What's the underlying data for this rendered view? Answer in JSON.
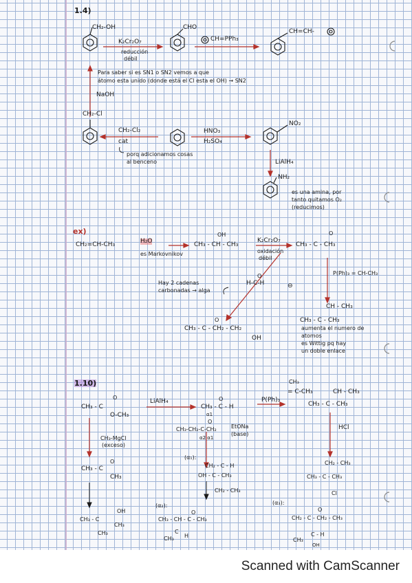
{
  "notes": {
    "s1": {
      "number": "1.4)",
      "reactant": "CH₂-OH",
      "aldehyde": "CHO",
      "reagent_1": "K₂Cr₂O₇",
      "condition_1": "reducción",
      "condition_2": "débil",
      "reagent_2": "CH=PPh₃",
      "product": "CH=CH-",
      "note_line1": "Para saber si es SN1 o SN2 vemos a que",
      "note_line2": "átomo esta unido (donde está el Cl esta el OH) → SN2",
      "naoh": "NaOH",
      "chloride": "CH₂-Cl",
      "reagent_3": "CH₂-Cl₂",
      "cat": "cat",
      "reagent_4": "HNO₃",
      "reagent_5": "H₂SO₄",
      "nitro": "NO₂",
      "side_note_1": "porq adicionamos cosas",
      "side_note_2": "al benceno",
      "reduction": "LiAlH₄",
      "amine": "NH₂",
      "amine_note_1": "es una amina, por",
      "amine_note_2": "tanto quitamos O₂",
      "amine_note_3": "(reducimos)"
    },
    "ex": {
      "label": "ex)",
      "start": "CH₂=CH-CH₃",
      "water": "H₂O",
      "markov": "es Markovnikov",
      "oh": "OH",
      "alcohol": "CH₃ - CH - CH₃",
      "ox_reagent": "K₂Cr₂O₇",
      "ox_note_1": "oxidación",
      "ox_note_2": "débil",
      "ketone_o": "O",
      "ketone": "CH₃ - C - CH₃",
      "ylide": "P(Ph)₃ = CH-CH₃",
      "chain_note_1": "Hay 2 cadenas",
      "chain_note_2": "carbonadas → alga",
      "formaldehyde_o": "O",
      "formaldehyde": "H-C-H",
      "charge": "⊖",
      "prod_o": "O",
      "prod": "CH₃ - C - CH₂ - CH₂",
      "prod_oh": "OH",
      "alkene_top": "CH - CH₃",
      "alkene": "CH₃ - C - CH₃",
      "alkene_note_1": "aumenta el numero de",
      "alkene_note_2": "atomos",
      "alkene_note_3": "es Wittig pq hay",
      "alkene_note_4": "un doble enlace"
    },
    "s2": {
      "number": "1.10)",
      "ester_o": "O",
      "ester": "CH₃ - C",
      "ester_tail": "O-CH₃",
      "lialh4": "LiAlH₄",
      "ald_o": "O",
      "ald": "CH₃ - C - H",
      "alpha": "α1",
      "ppph": "P(Ph)₃",
      "ylide_top": "CH₃",
      "ylide": "= C-CH₃",
      "alkene_top": "CH - CH₃",
      "alkene": "CH₃ - C - CH₃",
      "grignard_1": "CH₃-MgCl",
      "grignard_2": "(exceso)",
      "ketone_o": "O",
      "ketone": "CH₃ - C",
      "ketone_tail": "CH₃",
      "enol_o": "O",
      "enol": "CH₃-CH₂-C-CH₂",
      "base_1": "EtONa",
      "base_2": "(base)",
      "alpha2": "α2   α1",
      "hcl": "HCl",
      "a1": "(α₁):",
      "aldol_1": "CH₂ - C - H",
      "aldol_2": "OH - C - CH₃",
      "aldol_3": "CH₂ - CH₃",
      "chloro_1": "CH₂ - CH₃",
      "chloro_2": "CH₃ - C - CH₃",
      "chloro_3": "Cl",
      "alcohol_oh": "OH",
      "alcohol_1": "CH₃ - C",
      "alcohol_2": "CH₃",
      "alcohol_3": "CH₃",
      "a2": "(α₂):",
      "a2_o": "O",
      "a2_1": "CH₃ - CH - C - CH₃",
      "a2_2": "CH₃",
      "a2_3": "C",
      "a2_4": "H",
      "a3": "(α₃):",
      "a3_o": "O",
      "a3_1": "CH₂ - C - CH₂ - CH₃",
      "a3_2": "C - H",
      "a3_3": "CH₃",
      "a3_4": "OH"
    }
  },
  "footer": {
    "scanner": "Scanned with CamScanner"
  }
}
